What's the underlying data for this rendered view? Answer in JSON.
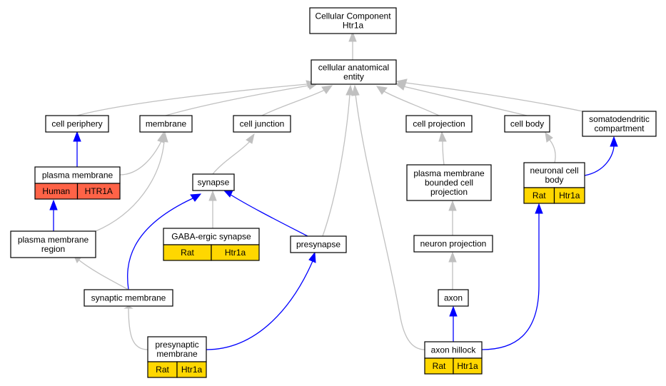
{
  "colors": {
    "grey_edge": "#c0c0c0",
    "blue_edge": "#0000ff",
    "human": "#ff6347",
    "rat": "#ffd700"
  },
  "nodes": {
    "root": [
      "Cellular Component",
      "Htr1a"
    ],
    "cae": [
      "cellular anatomical",
      "entity"
    ],
    "periphery": [
      "cell periphery"
    ],
    "membrane": [
      "membrane"
    ],
    "junction": [
      "cell junction"
    ],
    "projection": [
      "cell projection"
    ],
    "cellbody": [
      "cell body"
    ],
    "somato": [
      "somatodendritic",
      "compartment"
    ],
    "plasma": [
      "plasma membrane"
    ],
    "pmregion": [
      "plasma membrane",
      "region"
    ],
    "synapse": [
      "synapse"
    ],
    "gaba": [
      "GABA-ergic synapse"
    ],
    "presynapse": [
      "presynapse"
    ],
    "synmem": [
      "synaptic membrane"
    ],
    "presynmem": [
      "presynaptic",
      "membrane"
    ],
    "pmbcp": [
      "plasma membrane",
      "bounded cell",
      "projection"
    ],
    "neuronproj": [
      "neuron projection"
    ],
    "axon": [
      "axon"
    ],
    "hillock": [
      "axon hillock"
    ],
    "neuronalbody": [
      "neuronal cell",
      "body"
    ]
  },
  "annotations": {
    "plasma": [
      [
        "Human",
        "HTR1A"
      ]
    ],
    "gaba": [
      [
        "Rat",
        "Htr1a"
      ]
    ],
    "presynmem": [
      [
        "Rat",
        "Htr1a"
      ]
    ],
    "hillock": [
      [
        "Rat",
        "Htr1a"
      ]
    ],
    "neuronalbody": [
      [
        "Rat",
        "Htr1a"
      ]
    ]
  }
}
